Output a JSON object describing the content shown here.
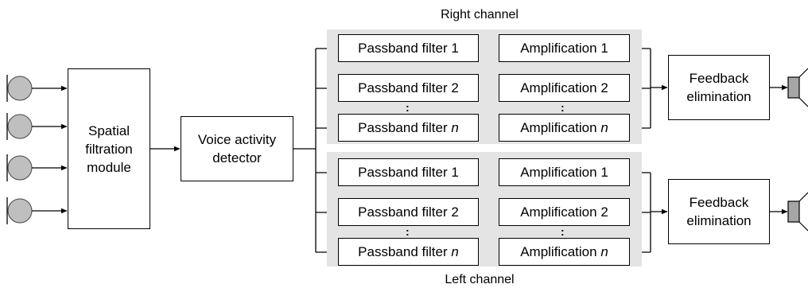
{
  "inputs_count": 4,
  "spatial": {
    "label": "Spatial\nfiltration\nmodule"
  },
  "vad": {
    "label": "Voice activity\ndetector"
  },
  "channels": [
    {
      "id": "right",
      "label": "Right channel",
      "rows": [
        {
          "filter": "Passband filter 1",
          "amp": "Amplification 1"
        },
        {
          "filter": "Passband filter 2",
          "amp": "Amplification 2"
        },
        {
          "filter": "Passband filter ",
          "filter_n": "n",
          "amp": "Amplification ",
          "amp_n": "n"
        }
      ],
      "ellipsis": ":",
      "feedback": "Feedback\nelimination"
    },
    {
      "id": "left",
      "label": "Left channel",
      "rows": [
        {
          "filter": "Passband filter 1",
          "amp": "Amplification 1"
        },
        {
          "filter": "Passband filter 2",
          "amp": "Amplification 2"
        },
        {
          "filter": "Passband filter ",
          "filter_n": "n",
          "amp": "Amplification ",
          "amp_n": "n"
        }
      ],
      "ellipsis": ":",
      "feedback": "Feedback\nelimination"
    }
  ],
  "colors": {
    "group_bg": "#e4e4e4",
    "mic_fill": "#bfbfbf",
    "speaker_fill": "#a6a6a6",
    "line": "#000000"
  }
}
